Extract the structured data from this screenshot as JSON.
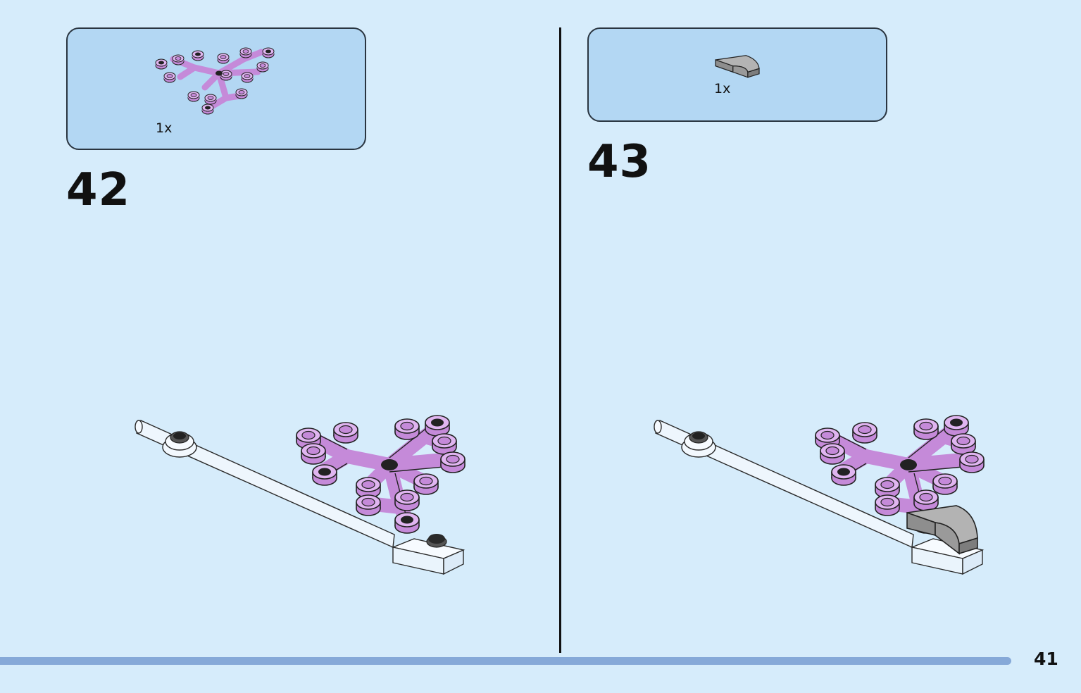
{
  "steps": [
    {
      "number": "42",
      "parts": [
        {
          "quantity": "1x",
          "icon": "lilac-plant-leaves-icon",
          "color": "#d9a6ec"
        }
      ]
    },
    {
      "number": "43",
      "parts": [
        {
          "quantity": "1x",
          "icon": "gray-curved-slope-icon",
          "color": "#a7a7a7"
        }
      ]
    }
  ],
  "colors": {
    "background": "#d6ecfb",
    "part_box": "#b3d7f3",
    "footer_bar": "#86a9d8",
    "lilac": "#d9a6ec",
    "gray": "#a7a7a7"
  },
  "page": {
    "number": "41"
  }
}
